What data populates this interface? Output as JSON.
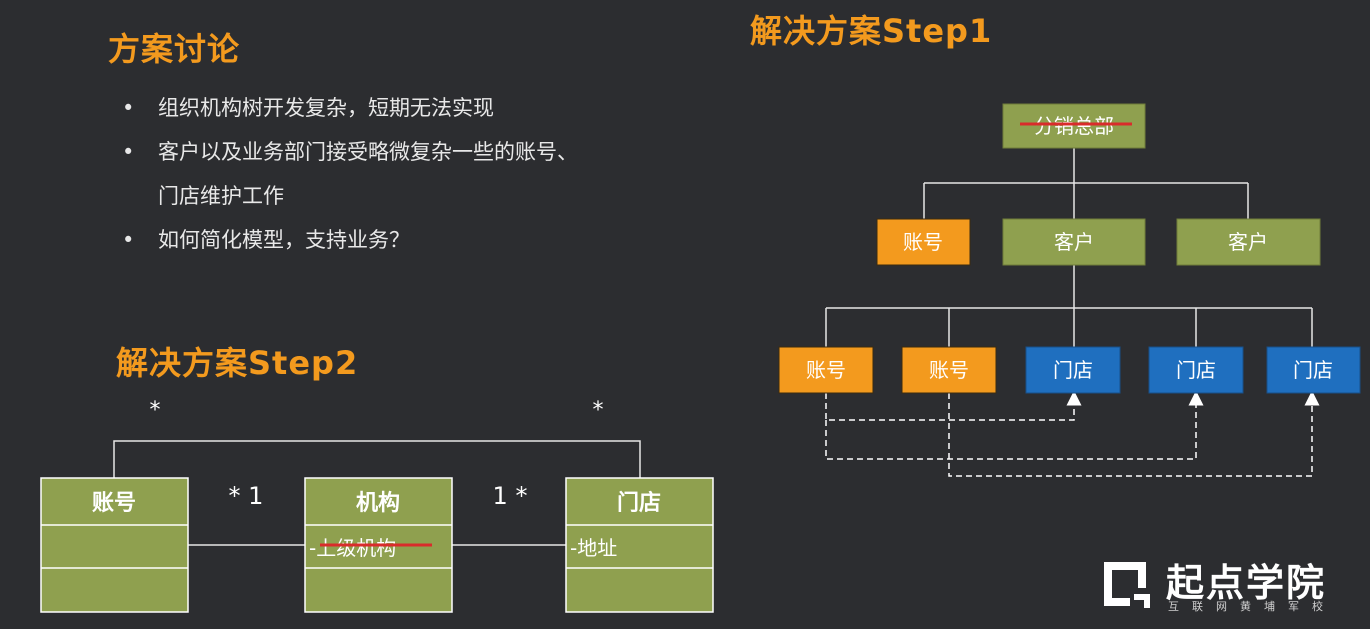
{
  "discussion": {
    "title": "方案讨论",
    "bullets": [
      "组织机构树开发复杂，短期无法实现",
      "客户以及业务部门接受略微复杂一些的账号、",
      "如何简化模型，支持业务？"
    ],
    "bullet_continuation": "门店维护工作",
    "bullet_marker": "•"
  },
  "step1": {
    "title": "解决方案Step1",
    "root": "分销总部",
    "level2": [
      "账号",
      "客户",
      "客户"
    ],
    "level3": [
      "账号",
      "账号",
      "门店",
      "门店",
      "门店"
    ]
  },
  "step2": {
    "title": "解决方案Step2",
    "classes": [
      {
        "name": "账号",
        "attr": ""
      },
      {
        "name": "机构",
        "attr": "-上级机构"
      },
      {
        "name": "门店",
        "attr": "-地址"
      }
    ],
    "multiplicity_top_left": "*",
    "multiplicity_top_right": "*",
    "assoc_left": "* 1",
    "assoc_right": "1 *"
  },
  "logo": {
    "text": "起点学院",
    "subtitle": "互联网黄埔军校"
  },
  "colors": {
    "background": "#2c2d30",
    "accent_orange": "#f39a1e",
    "olive_box": "#8fa04f",
    "blue_box": "#1f6fbf",
    "strike_red": "#d92b2b"
  }
}
